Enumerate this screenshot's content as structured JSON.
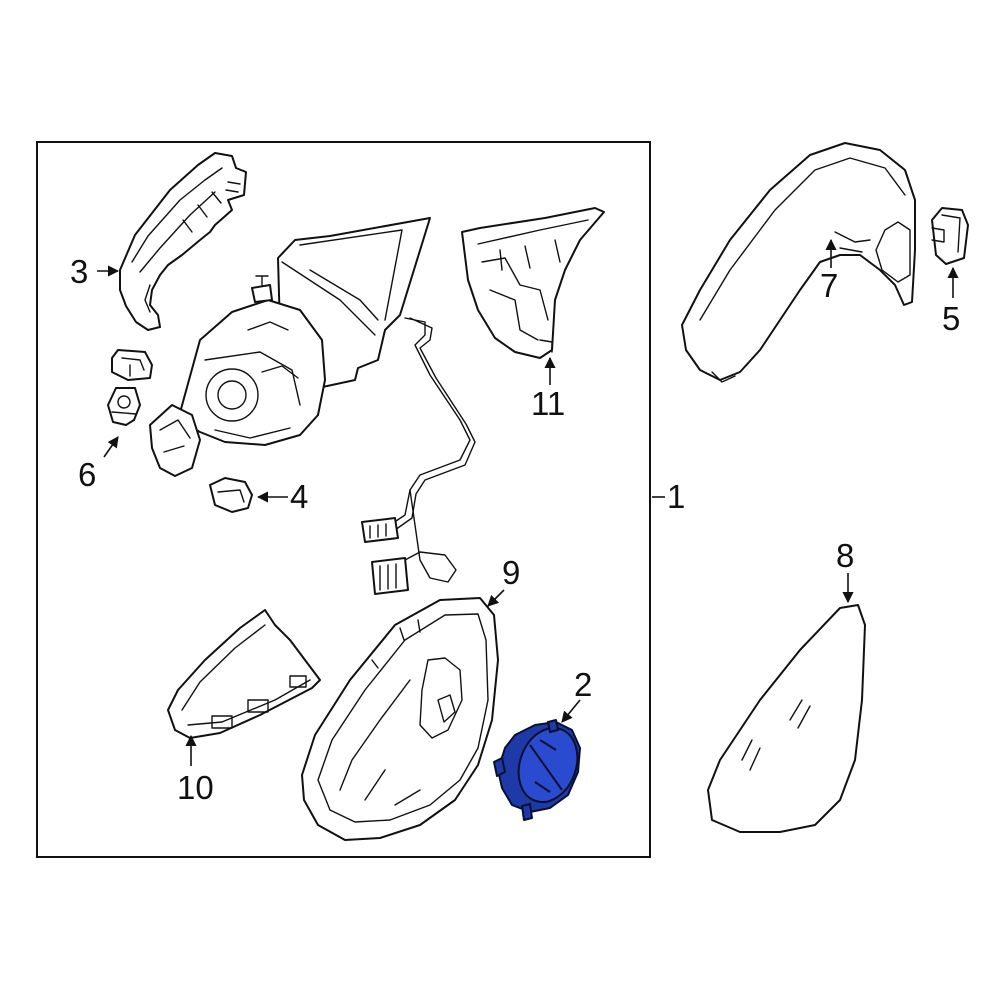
{
  "callouts": {
    "c1": "1",
    "c2": "2",
    "c3": "3",
    "c4": "4",
    "c5": "5",
    "c6": "6",
    "c7": "7",
    "c8": "8",
    "c9": "9",
    "c10": "10",
    "c11": "11"
  },
  "highlighted_part": "2",
  "colors": {
    "line": "#111111",
    "highlight": "#1d3aa8",
    "background": "#ffffff"
  }
}
